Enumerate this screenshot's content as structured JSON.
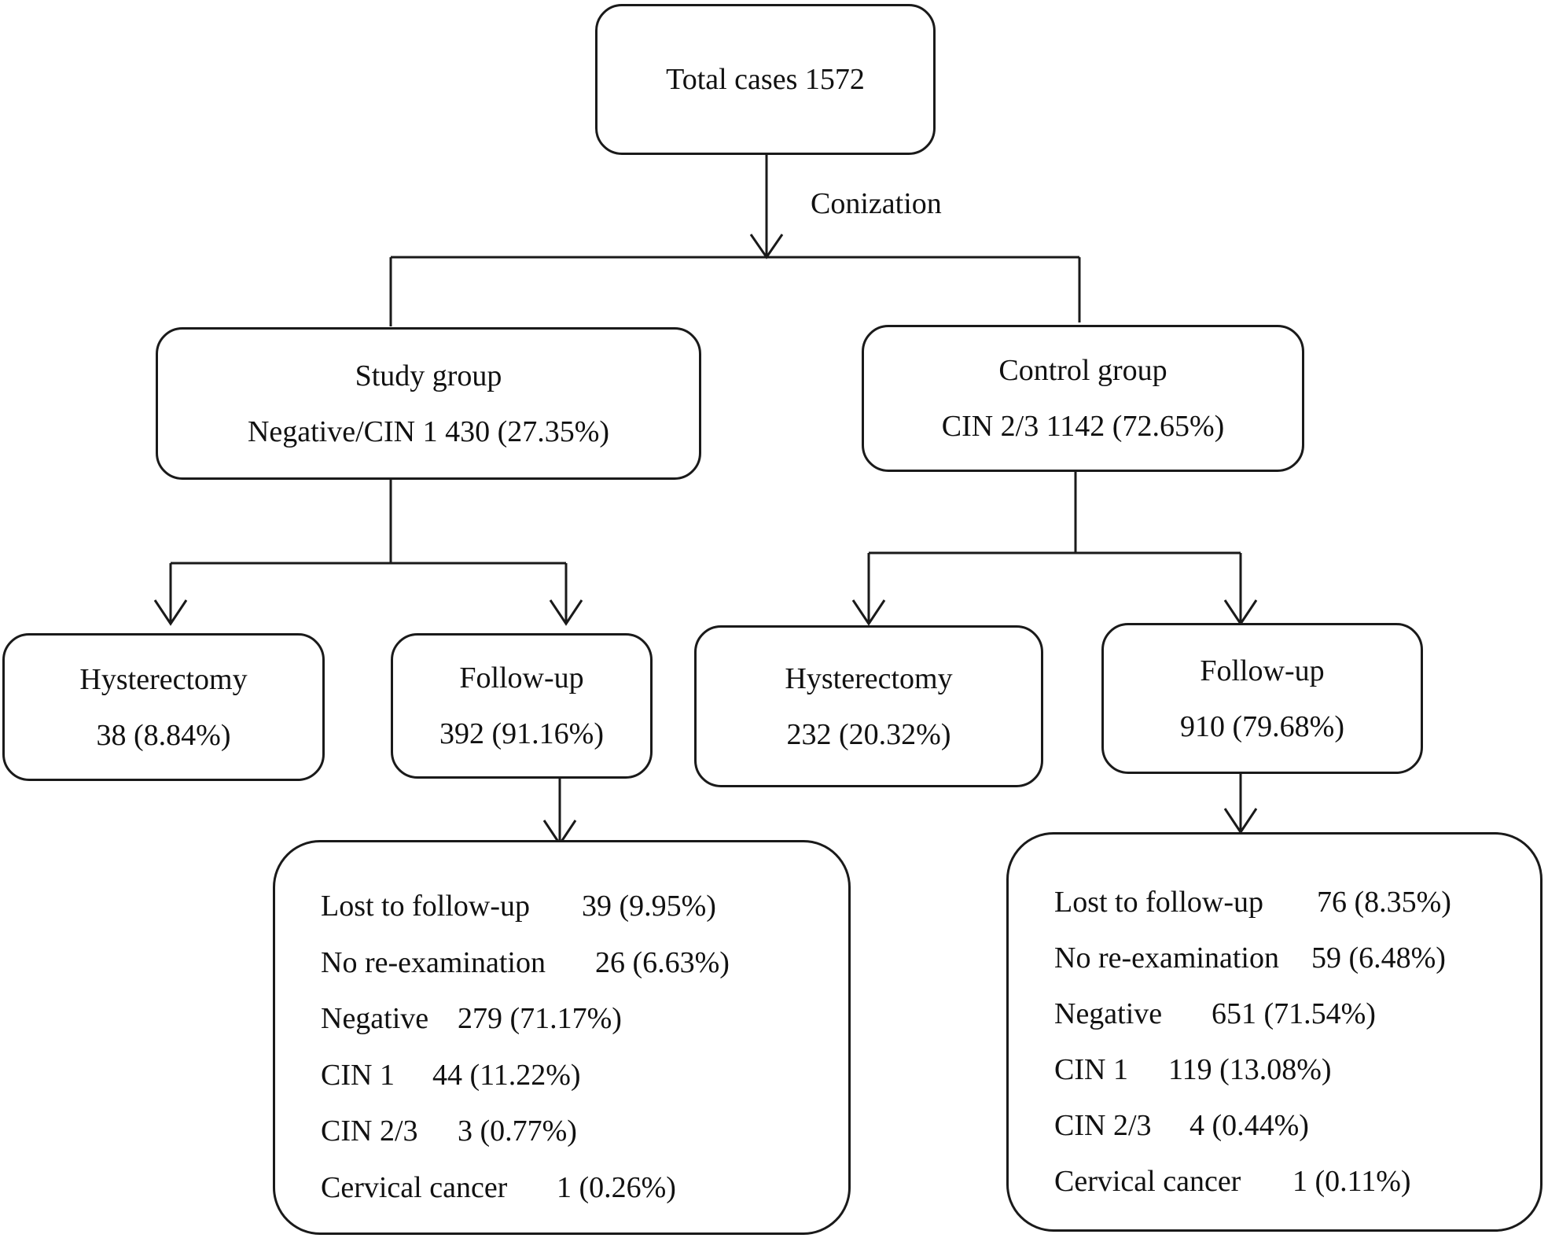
{
  "total": {
    "text": "Total cases 1572"
  },
  "edge_label": "Conization",
  "study": {
    "title": "Study group",
    "subtitle": "Negative/CIN 1 430 (27.35%)",
    "hysterectomy": {
      "label": "Hysterectomy",
      "value": "38 (8.84%)"
    },
    "followup": {
      "label": "Follow-up",
      "value": "392 (91.16%)"
    },
    "outcomes": [
      {
        "label": "Lost to follow-up",
        "value": "39 (9.95%)"
      },
      {
        "label": "No re-examination",
        "value": "26 (6.63%)"
      },
      {
        "label": "Negative",
        "value": "279 (71.17%)"
      },
      {
        "label": "CIN 1",
        "value": "44 (11.22%)"
      },
      {
        "label": "CIN 2/3",
        "value": "3 (0.77%)"
      },
      {
        "label": "Cervical cancer",
        "value": "1 (0.26%)"
      }
    ]
  },
  "control": {
    "title": "Control group",
    "subtitle": "CIN 2/3 1142 (72.65%)",
    "hysterectomy": {
      "label": "Hysterectomy",
      "value": "232 (20.32%)"
    },
    "followup": {
      "label": "Follow-up",
      "value": "910 (79.68%)"
    },
    "outcomes": [
      {
        "label": "Lost to follow-up",
        "value": "76 (8.35%)"
      },
      {
        "label": "No re-examination",
        "value": "59 (6.48%)"
      },
      {
        "label": "Negative",
        "value": "651 (71.54%)"
      },
      {
        "label": "CIN 1",
        "value": "119 (13.08%)"
      },
      {
        "label": "CIN 2/3",
        "value": "4 (0.44%)"
      },
      {
        "label": "Cervical cancer",
        "value": "1 (0.11%)"
      }
    ]
  }
}
